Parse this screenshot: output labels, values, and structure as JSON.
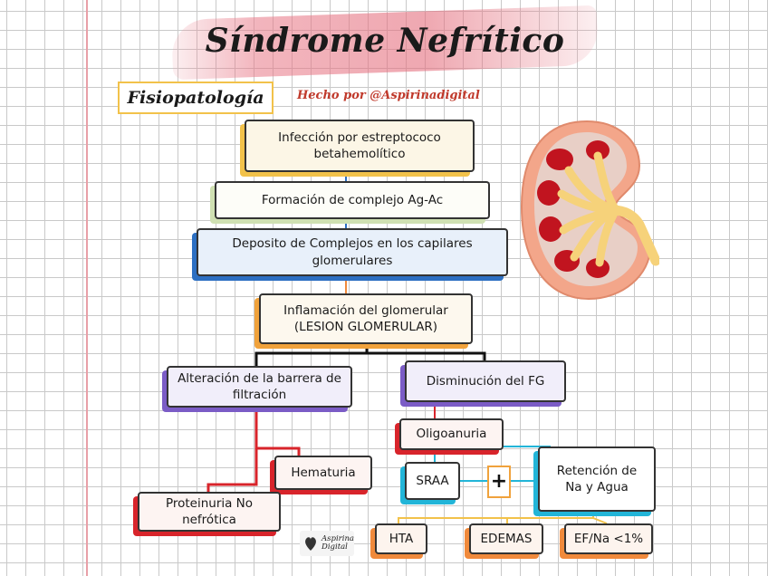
{
  "title": "Síndrome Nefrítico",
  "section_label": "Fisiopatología",
  "author": "Hecho por @Aspirinadigital",
  "nodes": {
    "infeccion": "Infección por estreptococo betahemolítico",
    "complejo": "Formación de complejo Ag-Ac",
    "deposito": "Deposito de Complejos en los capilares glomerulares",
    "inflamacion": "Inflamación del glomerular (LESION GLOMERULAR)",
    "alteracion": "Alteración de la barrera de filtración",
    "disminucion": "Disminución del FG",
    "oligoanuria": "Oligoanuria",
    "sraa": "SRAA",
    "plus": "+",
    "retencion": "Retención de Na y Agua",
    "hematuria": "Hematuria",
    "proteinuria": "Proteinuria No nefrótica",
    "hta": "HTA",
    "edemas": "EDEMAS",
    "efna": "EF/Na <1%"
  },
  "logo": {
    "line1": "Aspirina",
    "line2": "Digital"
  },
  "colors": {
    "accent_red": "#d8242b",
    "accent_blue": "#2c6fc2",
    "accent_cyan": "#22b5d8",
    "accent_orange": "#f0a23c",
    "accent_purple": "#7b5cc6",
    "kidney": "#f3a68a"
  },
  "icons": {
    "kidney": "kidney-illustration"
  }
}
